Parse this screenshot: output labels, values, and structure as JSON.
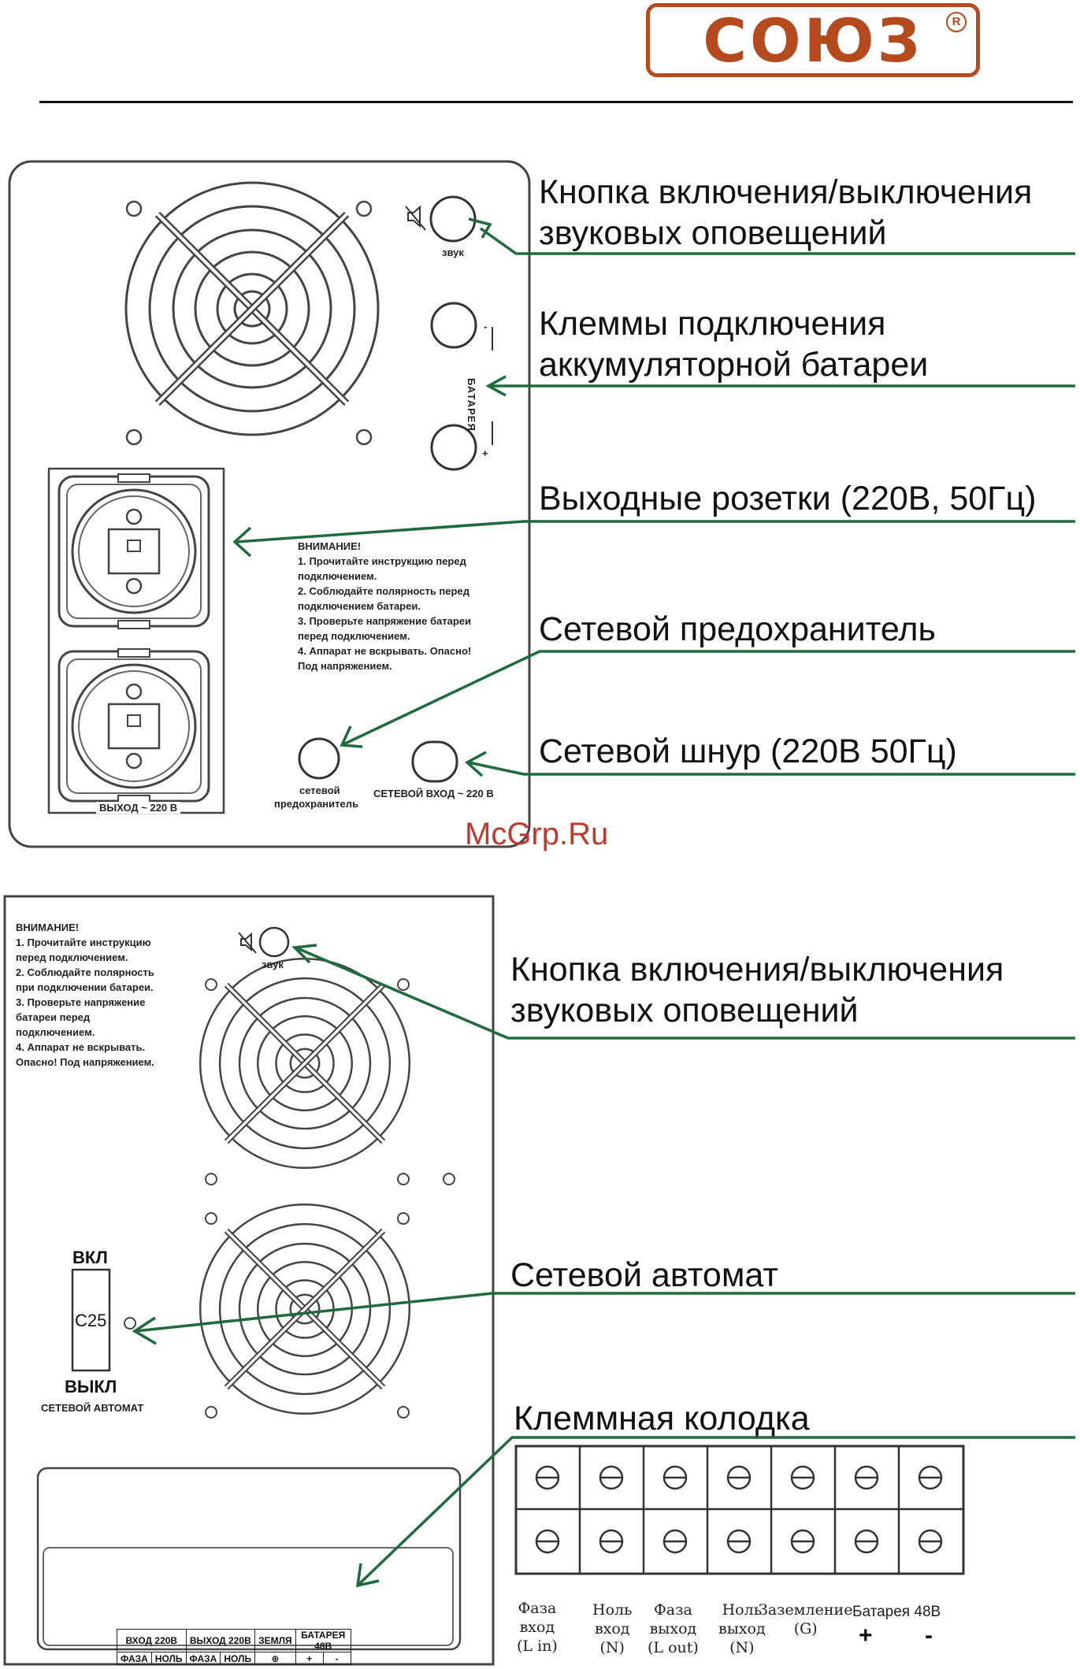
{
  "logo": {
    "text": "СОЮЗ",
    "reg": "R"
  },
  "watermark": "McGrp.Ru",
  "panel1": {
    "callouts": [
      {
        "line1": "Кнопка включения/выключения",
        "line2": "звуковых оповещений"
      },
      {
        "line1": "Клеммы подключения",
        "line2": "аккумуляторной батареи"
      },
      {
        "line1": "Выходные розетки (220В, 50Гц)"
      },
      {
        "line1": "Сетевой предохранитель"
      },
      {
        "line1": "Сетевой шнур (220В 50Гц)"
      }
    ],
    "sound_label": "звук",
    "battery_label": "БАТАРЕЯ",
    "minus": "-",
    "plus": "+",
    "warning": {
      "title": "ВНИМАНИЕ!",
      "items": [
        "1. Прочитайте инструкцию перед",
        "подключением.",
        "2. Соблюдайте полярность перед",
        "подключением батареи.",
        "3. Проверьте напряжение батареи",
        "перед подключением.",
        "4. Аппарат не вскрывать. Опасно!",
        "Под напряжением."
      ]
    },
    "output_label": "ВЫХОД ~ 220 В",
    "fuse_label_1": "сетевой",
    "fuse_label_2": "предохранитель",
    "input_label": "СЕТЕВОЙ ВХОД ~ 220 В"
  },
  "panel2": {
    "callouts": [
      {
        "line1": "Кнопка включения/выключения",
        "line2": "звуковых оповещений"
      },
      {
        "line1": "Сетевой автомат"
      },
      {
        "line1": "Клеммная колодка"
      }
    ],
    "warning": {
      "title": "ВНИМАНИЕ!",
      "items": [
        "1. Прочитайте инструкцию",
        "перед подключением.",
        "2. Соблюдайте полярность",
        "при подключении батареи.",
        "3. Проверьте напряжение",
        "батареи перед",
        "подключением.",
        "4. Аппарат не вскрывать.",
        "Опасно! Под напряжением."
      ]
    },
    "sound_label": "звук",
    "breaker": {
      "on": "ВКЛ",
      "off": "ВЫКЛ",
      "rating": "C25",
      "label": "СЕТЕВОЙ АВТОМАТ"
    },
    "table": {
      "top": [
        "ВХОД 220В",
        "ВЫХОД 220В",
        "ЗЕМЛЯ",
        "БАТАРЕЯ 48В"
      ],
      "bottom": [
        "ФАЗА",
        "НОЛЬ",
        "ФАЗА",
        "НОЛЬ",
        "⊕",
        "+",
        "-"
      ]
    },
    "terminal_labels": [
      {
        "l1": "Фаза",
        "l2": "вход",
        "l3": "(L in)"
      },
      {
        "l1": "Ноль",
        "l2": "вход",
        "l3": "(N)"
      },
      {
        "l1": "Фаза",
        "l2": "выход",
        "l3": "(L out)"
      },
      {
        "l1": "Ноль",
        "l2": "выход",
        "l3": "(N)"
      },
      {
        "l1": "Заземление",
        "l2": "(G)",
        "l3": ""
      }
    ],
    "battery48": "Батарея 48В",
    "plus": "+",
    "minus": "-"
  }
}
